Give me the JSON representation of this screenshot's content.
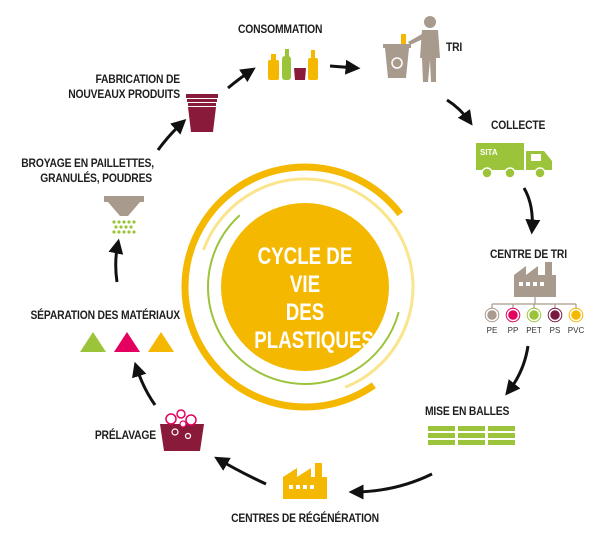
{
  "center_title": {
    "line1": "CYCLE DE VIE",
    "line2": "DES PLASTIQUES"
  },
  "steps": {
    "consommation": "CONSOMMATION",
    "tri": "TRI",
    "collecte": "COLLECTE",
    "centre_de_tri": "CENTRE DE TRI",
    "mise_en_balles": "MISE EN BALLES",
    "centres_de_regeneration": "CENTRES DE RÉGÉNÉRATION",
    "prelavage": "PRÉLAVAGE",
    "separation": "SÉPARATION DES MATÉRIAUX",
    "broyage_line1": "BROYAGE EN PAILLETTES,",
    "broyage_line2": "GRANULÉS, POUDRES",
    "fabrication_line1": "FABRICATION DE",
    "fabrication_line2": "NOUVEAUX PRODUITS"
  },
  "truck_logo": "SITA",
  "polymers": [
    {
      "label": "PE",
      "color": "#a89a8c"
    },
    {
      "label": "PP",
      "color": "#e3005e"
    },
    {
      "label": "PET",
      "color": "#9bc43a"
    },
    {
      "label": "PS",
      "color": "#7a1840"
    },
    {
      "label": "PVC",
      "color": "#f5b800"
    }
  ],
  "colors": {
    "yellow": "#f5b800",
    "pale_yellow": "#fbe58c",
    "green": "#9bc43a",
    "grey": "#a89a8c",
    "dark_red": "#8a1a3a",
    "pink": "#e3005e",
    "arrow": "#111111"
  },
  "icons": [
    "bottles-icon",
    "trash-person-icon",
    "truck-icon",
    "factory-icon",
    "bales-icon",
    "factory-icon",
    "wash-tub-icon",
    "triangles-icon",
    "hopper-icon",
    "cups-icon"
  ]
}
